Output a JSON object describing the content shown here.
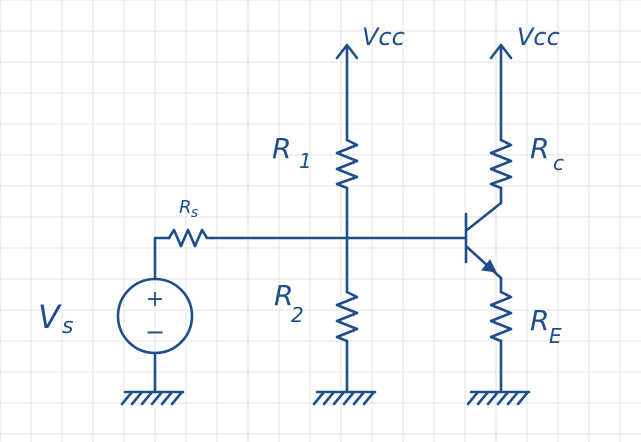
{
  "colors": {
    "ink": "#1f4e8c",
    "grid": "#e3e3e3",
    "background": "#ffffff"
  },
  "labels": {
    "vcc_left": "Vcc",
    "vcc_right": "Vcc",
    "r1_letter": "R",
    "r1_sub": "1",
    "r2_letter": "R",
    "r2_sub": "2",
    "rs_letter": "R",
    "rs_sub": "s",
    "rc_letter": "R",
    "rc_sub": "c",
    "re_letter": "R",
    "re_sub": "E",
    "vs_letter": "V",
    "vs_sub": "s",
    "plus": "+",
    "minus": "−"
  }
}
